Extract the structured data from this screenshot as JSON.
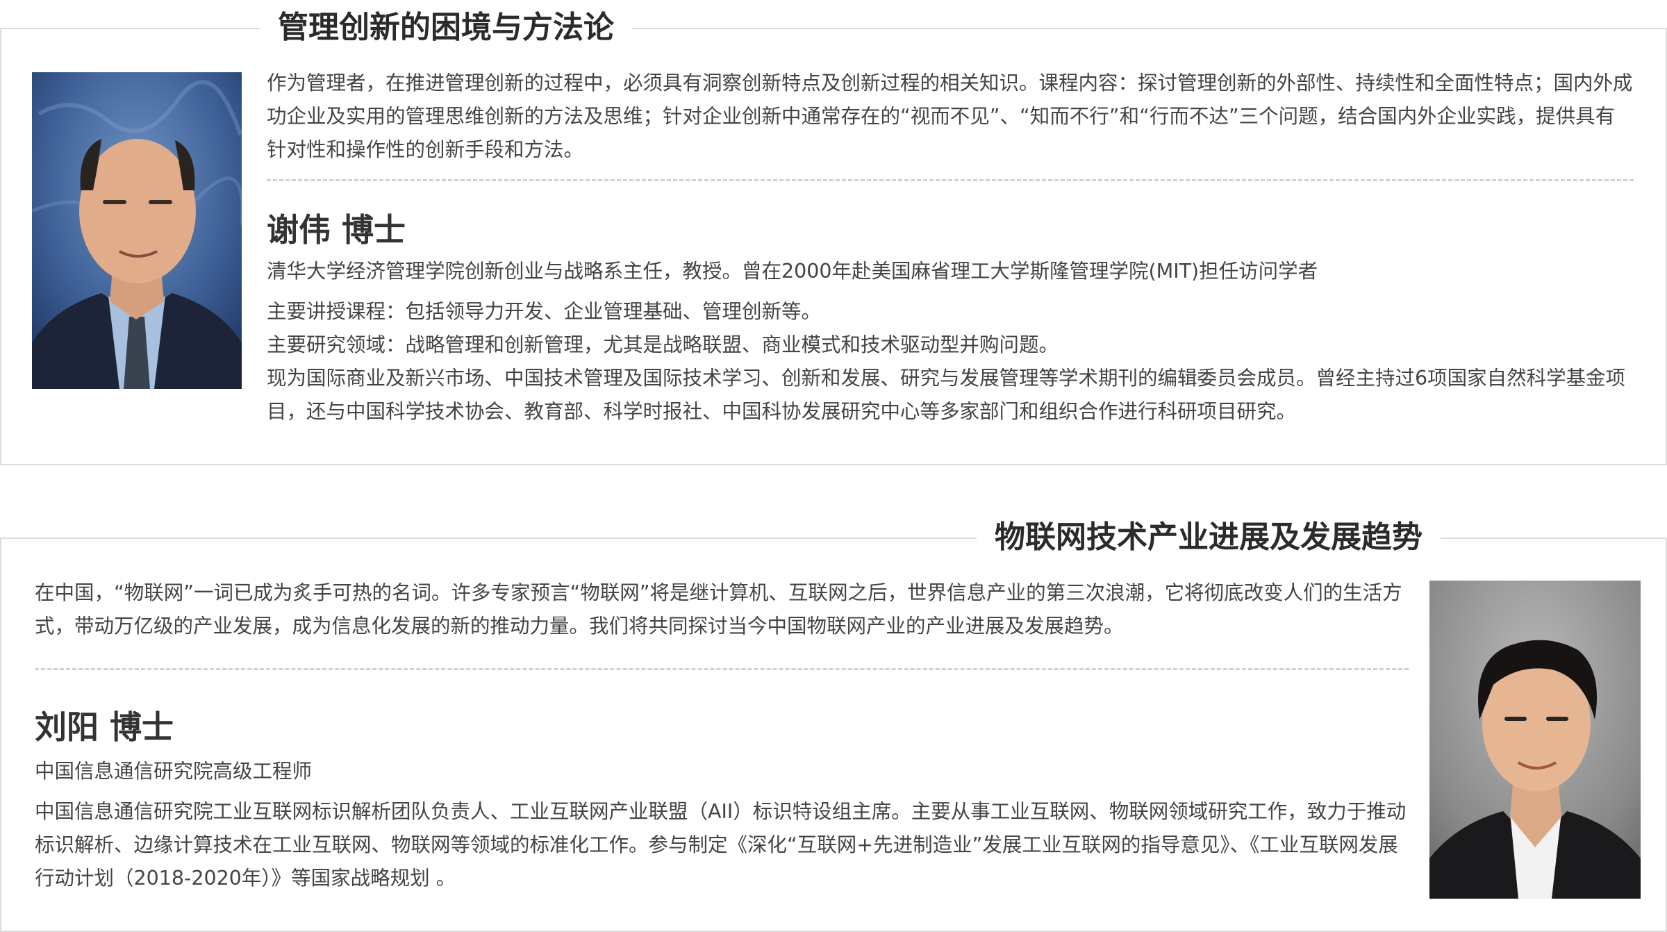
{
  "courses": [
    {
      "title": "管理创新的困境与方法论",
      "description": "作为管理者，在推进管理创新的过程中，必须具有洞察创新特点及创新过程的相关知识。课程内容：探讨管理创新的外部性、持续性和全面性特点；国内外成功企业及实用的管理思维创新的方法及思维；针对企业创新中通常存在的“视而不见”、“知而不行”和“行而不达”三个问题，结合国内外企业实践，提供具有针对性和操作性的创新手段和方法。",
      "speaker": {
        "name": "谢伟 博士",
        "role": "清华大学经济管理学院创新创业与战略系主任，教授。曾在2000年赴美国麻省理工大学斯隆管理学院(MIT)担任访问学者",
        "details": [
          "主要讲授课程：包括领导力开发、企业管理基础、管理创新等。",
          "主要研究领域：战略管理和创新管理，尤其是战略联盟、商业模式和技术驱动型并购问题。",
          "现为国际商业及新兴市场、中国技术管理及国际技术学习、创新和发展、研究与发展管理等学术期刊的编辑委员会成员。曾经主持过6项国家自然科学基金项目，还与中国科学技术协会、教育部、科学时报社、中国科协发展研究中心等多家部门和组织合作进行科研项目研究。"
        ]
      }
    },
    {
      "title": "物联网技术产业进展及发展趋势",
      "description": "在中国，“物联网”一词已成为炙手可热的名词。许多专家预言“物联网”将是继计算机、互联网之后，世界信息产业的第三次浪潮，它将彻底改变人们的生活方式，带动万亿级的产业发展，成为信息化发展的新的推动力量。我们将共同探讨当今中国物联网产业的产业进展及发展趋势。",
      "speaker": {
        "name": "刘阳 博士",
        "role": "中国信息通信研究院高级工程师",
        "details": [
          "中国信息通信研究院工业互联网标识解析团队负责人、工业互联网产业联盟（AII）标识特设组主席。主要从事工业互联网、物联网领域研究工作，致力于推动标识解析、边缘计算技术在工业互联网、物联网等领域的标准化工作。参与制定《深化“互联网+先进制造业”发展工业互联网的指导意见》、《工业互联网发展行动计划（2018-2020年）》等国家战略规划 。"
        ]
      }
    }
  ]
}
